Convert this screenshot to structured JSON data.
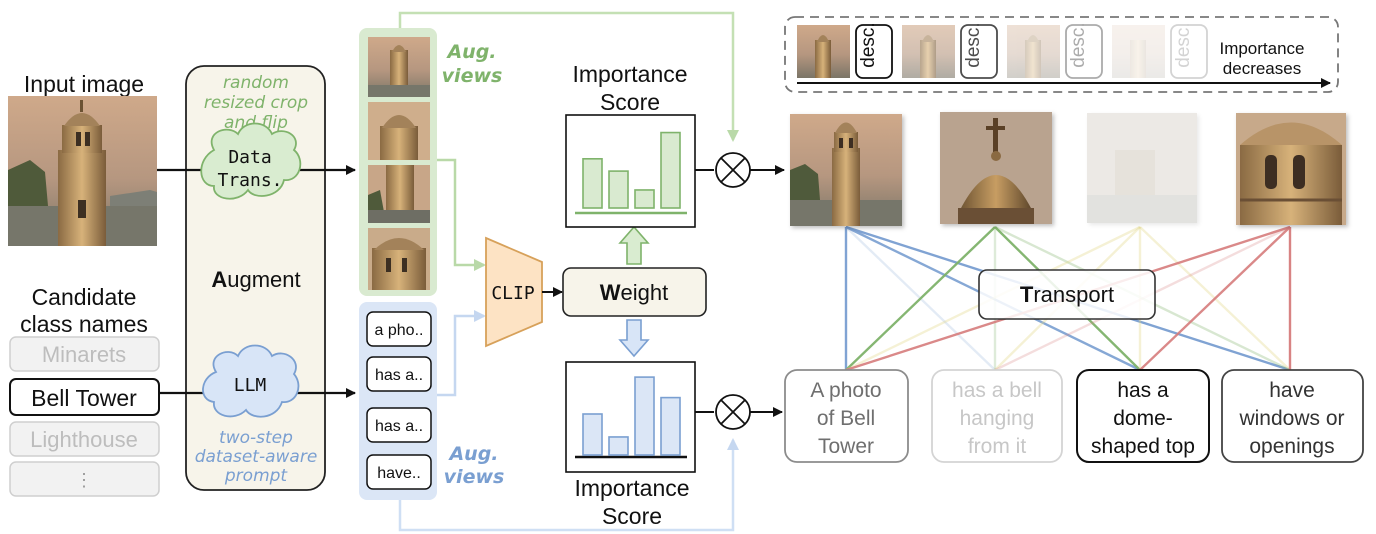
{
  "input": {
    "title": "Input image",
    "candidates_title_1": "Candidate",
    "candidates_title_2": "class names",
    "class_names": [
      "Minarets",
      "Bell Tower",
      "Lighthouse",
      "⋮"
    ]
  },
  "augment": {
    "label_initial": "A",
    "label_rest": "ugment",
    "crop_caption": [
      "random",
      "resized crop",
      "and flip"
    ],
    "data_trans": [
      "Data",
      "Trans."
    ],
    "llm": "LLM",
    "prompt_caption": [
      "two-step",
      "dataset-aware",
      "prompt"
    ]
  },
  "aug_views": {
    "image_label": [
      "Aug.",
      "views"
    ],
    "text_label": [
      "Aug.",
      "views"
    ],
    "text_items": [
      "a pho..",
      "has a..",
      "has a..",
      "have.."
    ]
  },
  "clip": "CLIP",
  "weight": {
    "initial": "W",
    "rest": "eight"
  },
  "importance_top": {
    "title": [
      "Importance",
      "Score"
    ],
    "values": [
      0.6,
      0.45,
      0.22,
      0.92
    ]
  },
  "importance_bottom": {
    "title": [
      "Importance",
      "Score"
    ],
    "values": [
      0.5,
      0.22,
      0.95,
      0.7
    ]
  },
  "legend": {
    "desc": "desc.",
    "text": [
      "Importance",
      "decreases"
    ]
  },
  "transport": {
    "initial": "T",
    "rest": "ransport"
  },
  "descriptions": [
    [
      "A photo",
      "of Bell",
      "Tower"
    ],
    [
      "has a bell",
      "hanging",
      "from it"
    ],
    [
      "has a",
      "dome-",
      "shaped top"
    ],
    [
      "have",
      "windows or",
      "openings"
    ]
  ],
  "colors": {
    "green": "#7fb36b",
    "green_light": "#d9ead0",
    "blue": "#7a9fd1",
    "blue_light": "#dbe6f6",
    "red": "#d67d7d",
    "clip_fill": "#fde3c4",
    "clip_stroke": "#d7a15a",
    "augment_fill": "#f7f4ea"
  }
}
